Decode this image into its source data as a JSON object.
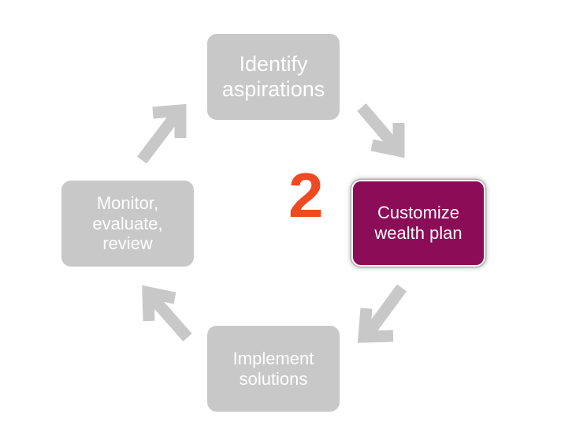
{
  "diagram": {
    "nodes": {
      "identify": "Identify\naspirations",
      "customize": "Customize\nwealth plan",
      "implement": "Implement\nsolutions",
      "monitor": "Monitor,\nevaluate,\nreview"
    },
    "active_step_number": "2",
    "colors": {
      "node_inactive": "#c8c8c8",
      "node_active": "#8b0d57",
      "arrow": "#c8c8c8",
      "step_number": "#ee4a22",
      "node_text": "#ffffff"
    }
  }
}
